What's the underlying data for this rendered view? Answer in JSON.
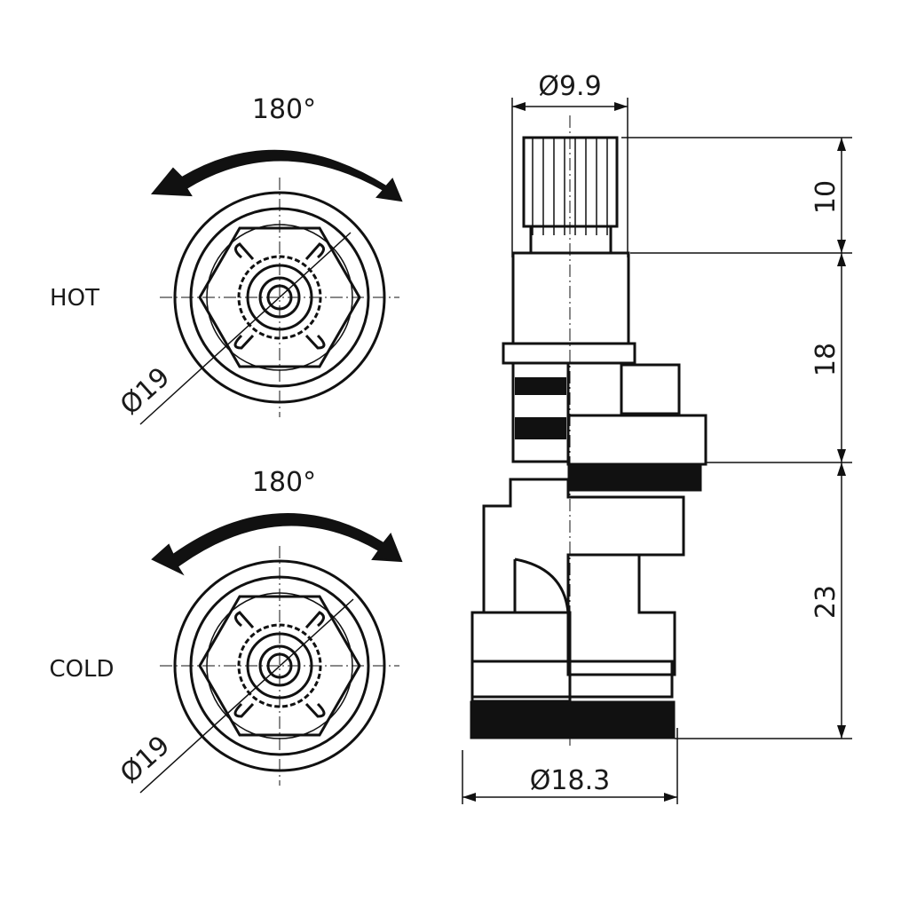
{
  "hot_view": {
    "label": "HOT",
    "rotation_label": "180°",
    "diameter_label": "Ø19"
  },
  "cold_view": {
    "label": "COLD",
    "rotation_label": "180°",
    "diameter_label": "Ø19"
  },
  "side_view": {
    "top_diameter": "Ø9.9",
    "bottom_diameter": "Ø18.3",
    "heights": [
      "10",
      "18",
      "23"
    ]
  }
}
